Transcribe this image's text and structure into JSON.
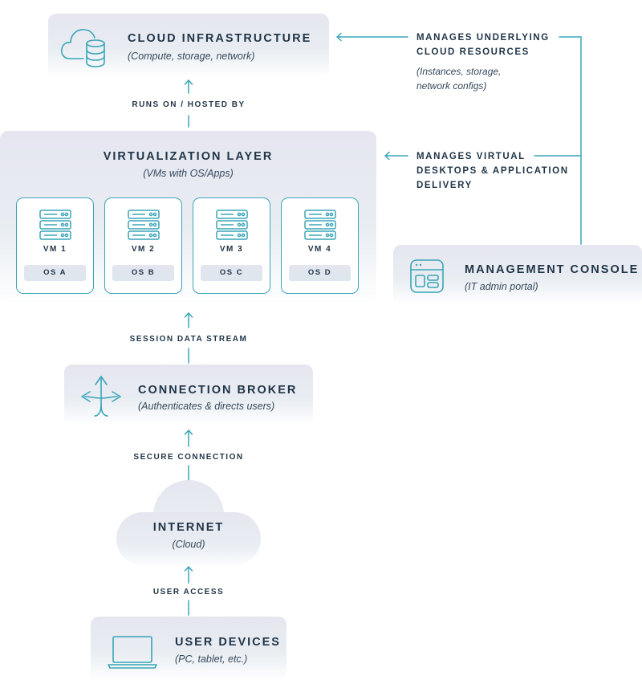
{
  "cloud_infra": {
    "title": "CLOUD INFRASTRUCTURE",
    "subtitle": "(Compute, storage, network)"
  },
  "virtualization": {
    "title": "VIRTUALIZATION LAYER",
    "subtitle": "(VMs with OS/Apps)",
    "vms": [
      {
        "label": "VM 1",
        "os": "OS A"
      },
      {
        "label": "VM 2",
        "os": "OS B"
      },
      {
        "label": "VM 3",
        "os": "OS C"
      },
      {
        "label": "VM 4",
        "os": "OS D"
      }
    ]
  },
  "management": {
    "title": "MANAGEMENT CONSOLE",
    "subtitle": "(IT admin portal)"
  },
  "broker": {
    "title": "CONNECTION BROKER",
    "subtitle": "(Authenticates & directs users)"
  },
  "internet": {
    "title": "INTERNET",
    "subtitle": "(Cloud)"
  },
  "devices": {
    "title": "USER DEVICES",
    "subtitle": "(PC, tablet, etc.)"
  },
  "connectors": {
    "runs_on": "RUNS ON / HOSTED BY",
    "session": "SESSION DATA STREAM",
    "secure": "SECURE CONNECTION",
    "user_access": "USER ACCESS"
  },
  "annotations": {
    "manages_cloud": {
      "lines": [
        "MANAGES UNDERLYING",
        "CLOUD RESOURCES"
      ],
      "sub_lines": [
        "(Instances, storage,",
        "network configs)"
      ]
    },
    "manages_virtual": {
      "lines": [
        "MANAGES VIRTUAL",
        "DESKTOPS & APPLICATION",
        "DELIVERY"
      ]
    }
  },
  "colors": {
    "accent": "#3aa5b8",
    "text": "#1f3447",
    "box_top": "#e6e6f0",
    "box_bottom": "#ffffff"
  },
  "icons": {
    "cloud_infra": "cloud-database-icon",
    "vm": "server-rack-icon",
    "management": "browser-window-icon",
    "broker": "split-arrows-icon",
    "devices": "laptop-icon"
  }
}
